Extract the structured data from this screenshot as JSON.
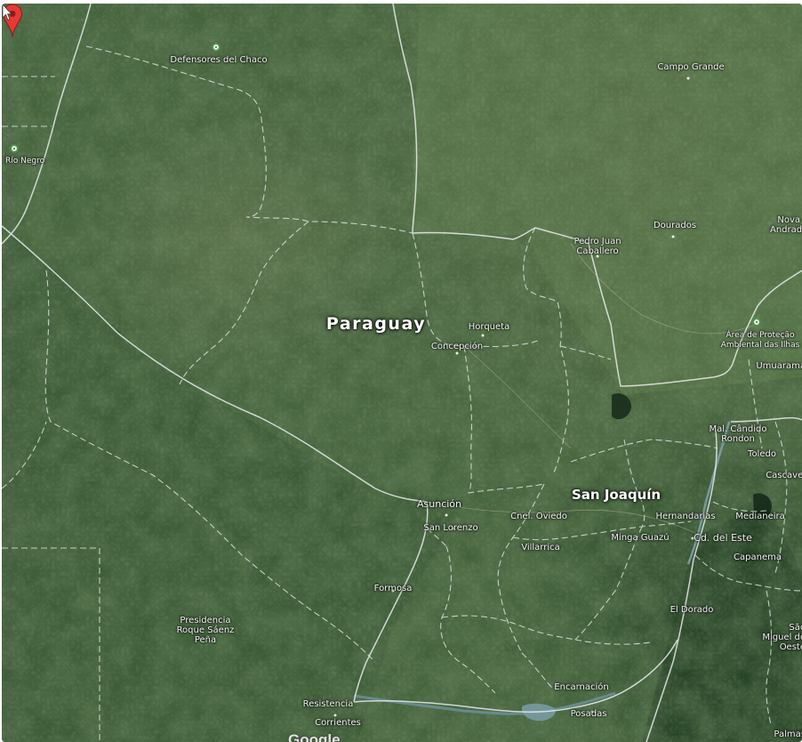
{
  "map": {
    "imagery": "satellite",
    "colors": {
      "terrain_dark": "#2c4a2a",
      "terrain_mid": "#3f6038",
      "terrain_light": "#6f7f52",
      "river": "#6c8f9c",
      "border": "#e9ecec",
      "pin": "#e53935"
    },
    "country_label": "Paraguay",
    "selected_place": "San Joaquín",
    "pin_icon": "map-pin-icon",
    "places": [
      {
        "id": "defensores",
        "name": "Defensores del Chaco",
        "poi": true
      },
      {
        "id": "rio-negro",
        "name": "Río Negro",
        "poi": true
      },
      {
        "id": "campo-grande",
        "name": "Campo Grande"
      },
      {
        "id": "dourados",
        "name": "Dourados"
      },
      {
        "id": "nova-andradina",
        "name": "Nova Andradina"
      },
      {
        "id": "pedro-juan",
        "name": "Pedro Juan Caballero"
      },
      {
        "id": "horqueta",
        "name": "Horqueta"
      },
      {
        "id": "concepcion",
        "name": "Concepción"
      },
      {
        "id": "area-protecao",
        "name": "Área de Proteção Ambiental das Ilhas",
        "poi": true
      },
      {
        "id": "umuarama",
        "name": "Umuarama"
      },
      {
        "id": "candido-rondon",
        "name": "Mal. Cândido Rondon"
      },
      {
        "id": "toledo",
        "name": "Toledo"
      },
      {
        "id": "cascavel",
        "name": "Cascavel"
      },
      {
        "id": "asuncion",
        "name": "Asunción"
      },
      {
        "id": "san-lorenzo",
        "name": "San Lorenzo"
      },
      {
        "id": "coronel-oviedo",
        "name": "Cnel. Oviedo"
      },
      {
        "id": "hernandarias",
        "name": "Hernandarias"
      },
      {
        "id": "medianeira",
        "name": "Medianeira"
      },
      {
        "id": "villarrica",
        "name": "Villarrica"
      },
      {
        "id": "minga-guazu",
        "name": "Minga Guazú"
      },
      {
        "id": "cd-este",
        "name": "Cd. del Este"
      },
      {
        "id": "capanema",
        "name": "Capanema"
      },
      {
        "id": "formosa",
        "name": "Formosa"
      },
      {
        "id": "el-dorado",
        "name": "El Dorado"
      },
      {
        "id": "presidencia",
        "name": "Presidencia Roque Sáenz Peña"
      },
      {
        "id": "san-miguel",
        "name": "São Miguel do Oeste"
      },
      {
        "id": "encarnacion",
        "name": "Encarnación"
      },
      {
        "id": "resistencia",
        "name": "Resistencia"
      },
      {
        "id": "corrientes",
        "name": "Corrientes"
      },
      {
        "id": "posadas",
        "name": "Posadas"
      },
      {
        "id": "palmas",
        "name": "Palmas"
      }
    ],
    "attribution": "Google"
  }
}
